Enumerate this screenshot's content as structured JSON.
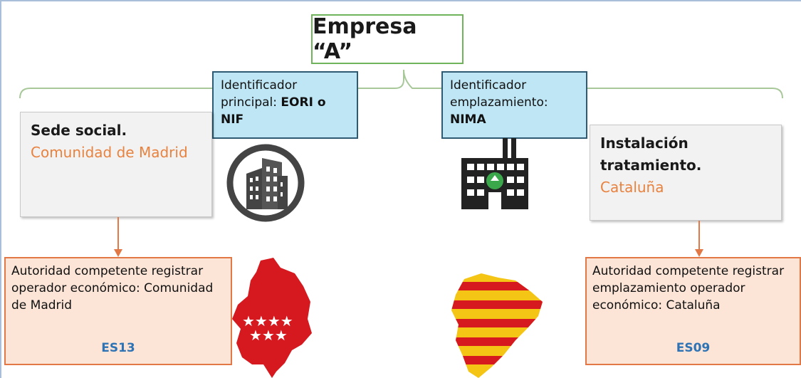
{
  "title": "Empresa “A”",
  "identifiers": {
    "principal": {
      "text": "Identificador principal: ",
      "bold": "EORI o NIF"
    },
    "emplazamiento": {
      "text": "Identificador emplazamiento: ",
      "bold": "NIMA"
    }
  },
  "sites": {
    "sede": {
      "title": "Sede social.",
      "region": "Comunidad de Madrid"
    },
    "instalacion": {
      "title": "Instalación tratamiento.",
      "region": "Cataluña"
    }
  },
  "authorities": {
    "madrid": {
      "text": "Autoridad competente registrar operador económico: Comunidad de Madrid",
      "code": "ES13"
    },
    "cataluna": {
      "text": "Autoridad competente registrar emplazamiento operador económico: Cataluña",
      "code": "ES09"
    }
  },
  "colors": {
    "title_border": "#6fb35a",
    "id_fill": "#bfe6f5",
    "orange_accent": "#e8823f",
    "authority_fill": "#fce4d6",
    "code_blue": "#2e74b5"
  },
  "icons": [
    "office-building-icon",
    "recycling-factory-icon",
    "madrid-map-icon",
    "catalonia-map-icon"
  ]
}
